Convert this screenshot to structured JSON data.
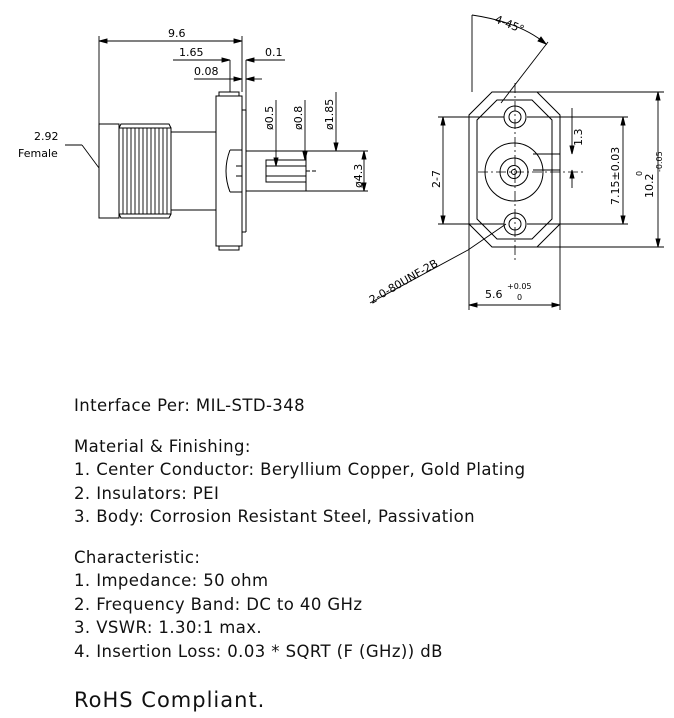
{
  "drawing": {
    "side_view": {
      "dim_overall_length": "9.6",
      "dim_flange_offset": "1.65",
      "dim_flange_gap": "0.1",
      "dim_step": "0.08",
      "dia_pin": "ø0.5",
      "dia_pin_step": "ø0.8",
      "dia_insulator": "ø1.85",
      "dia_body": "ø4.3",
      "thread_label_line1": "2.92",
      "thread_label_line2": "Female"
    },
    "front_view": {
      "chamfer": "4-45°",
      "dim_pin_offset": "1.3",
      "dim_hole_spacing": "7.15±0.03",
      "dim_height_main": "10.2",
      "dim_height_tol_upper": "0",
      "dim_height_tol_lower": "-0.05",
      "dim_hole_pitch": "2-7",
      "thread_callout": "2-0-80UNF-2B",
      "dim_width_main": "5.6",
      "dim_width_tol_upper": "+0.05",
      "dim_width_tol_lower": "0"
    }
  },
  "notes": {
    "interface": "Interface Per: MIL-STD-348",
    "material_heading": "Material & Finishing:",
    "material_items": [
      "1. Center Conductor: Beryllium Copper, Gold Plating",
      "2. Insulators: PEI",
      "3. Body: Corrosion Resistant Steel, Passivation"
    ],
    "characteristic_heading": "Characteristic:",
    "characteristic_items": [
      "1. Impedance: 50 ohm",
      "2. Frequency Band: DC to 40 GHz",
      "3. VSWR: 1.30:1 max.",
      "4. Insertion Loss: 0.03 * SQRT (F (GHz)) dB"
    ]
  },
  "rohs": "RoHS Compliant."
}
